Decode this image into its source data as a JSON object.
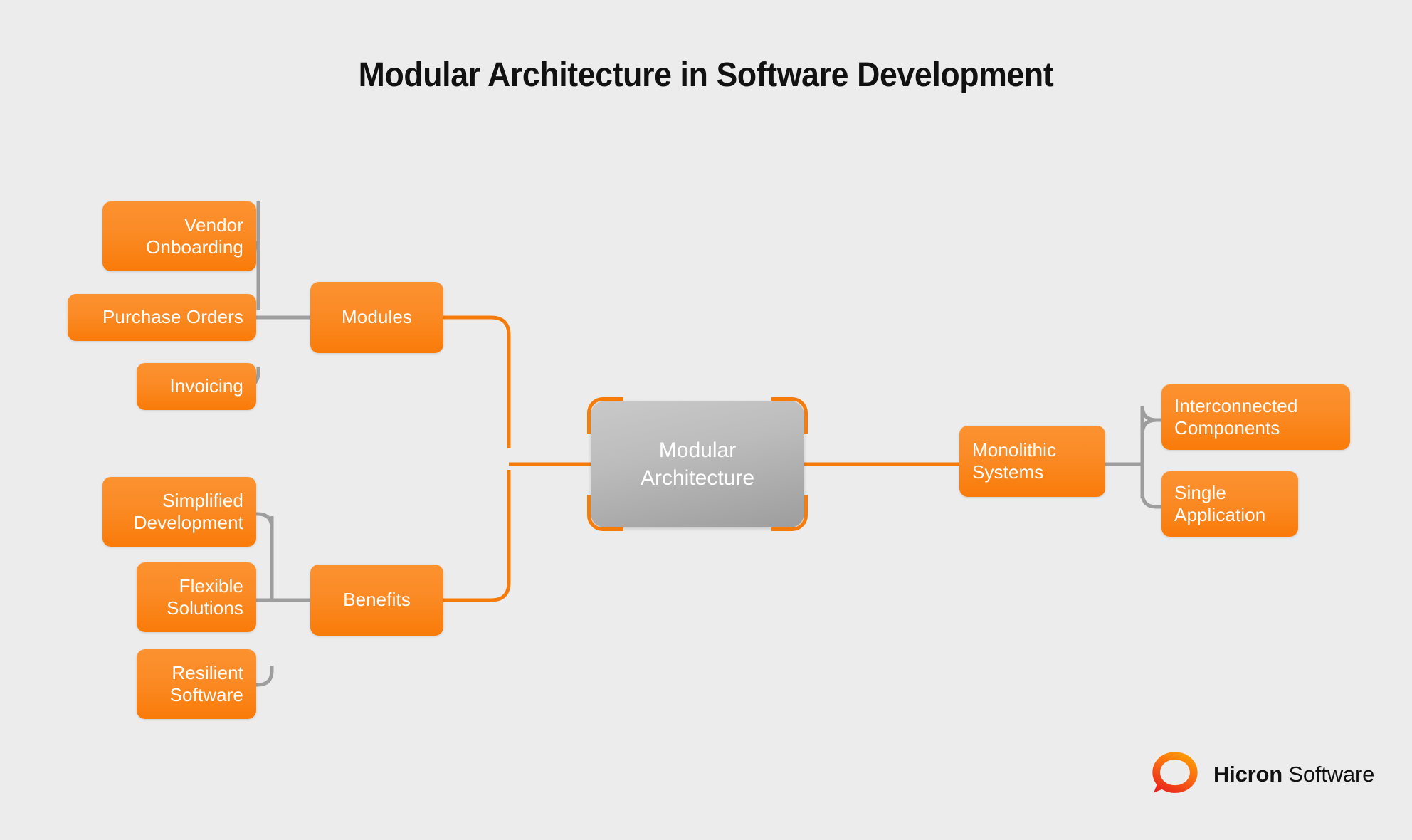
{
  "page": {
    "title": "Modular Architecture in Software Development",
    "background_color": "#ececec",
    "title_color": "#111111"
  },
  "colors": {
    "node_orange_top": "#FB922F",
    "node_orange_bottom": "#F97B09",
    "center_gray_top": "#c9c9c9",
    "center_gray_bottom": "#9d9d9d",
    "accent_orange": "#F57C0B",
    "connector_gray": "#9e9e9e",
    "connector_orange": "#F57C0B",
    "node_text": "#ffffff",
    "logo_orange": "#FB8C00",
    "logo_red": "#E8211C"
  },
  "diagram": {
    "type": "mind-map",
    "center": {
      "label_line1": "Modular",
      "label_line2": "Architecture"
    },
    "branches": [
      {
        "id": "modules",
        "label": "Modules",
        "side": "left",
        "children": [
          {
            "id": "vendor-onboarding",
            "line1": "Vendor",
            "line2": "Onboarding"
          },
          {
            "id": "purchase-orders",
            "line1": "Purchase Orders",
            "line2": ""
          },
          {
            "id": "invoicing",
            "line1": "Invoicing",
            "line2": ""
          }
        ]
      },
      {
        "id": "benefits",
        "label": "Benefits",
        "side": "left",
        "children": [
          {
            "id": "simplified-development",
            "line1": "Simplified",
            "line2": "Development"
          },
          {
            "id": "flexible-solutions",
            "line1": "Flexible",
            "line2": "Solutions"
          },
          {
            "id": "resilient-software",
            "line1": "Resilient",
            "line2": "Software"
          }
        ]
      },
      {
        "id": "monolithic-systems",
        "label_line1": "Monolithic",
        "label_line2": "Systems",
        "side": "right",
        "children": [
          {
            "id": "interconnected-components",
            "line1": "Interconnected",
            "line2": "Components"
          },
          {
            "id": "single-application",
            "line1": "Single",
            "line2": "Application"
          }
        ]
      }
    ]
  },
  "logo": {
    "brand_bold": "Hicron",
    "brand_light": " Software",
    "mark": "ring-speech-bubble-icon"
  }
}
